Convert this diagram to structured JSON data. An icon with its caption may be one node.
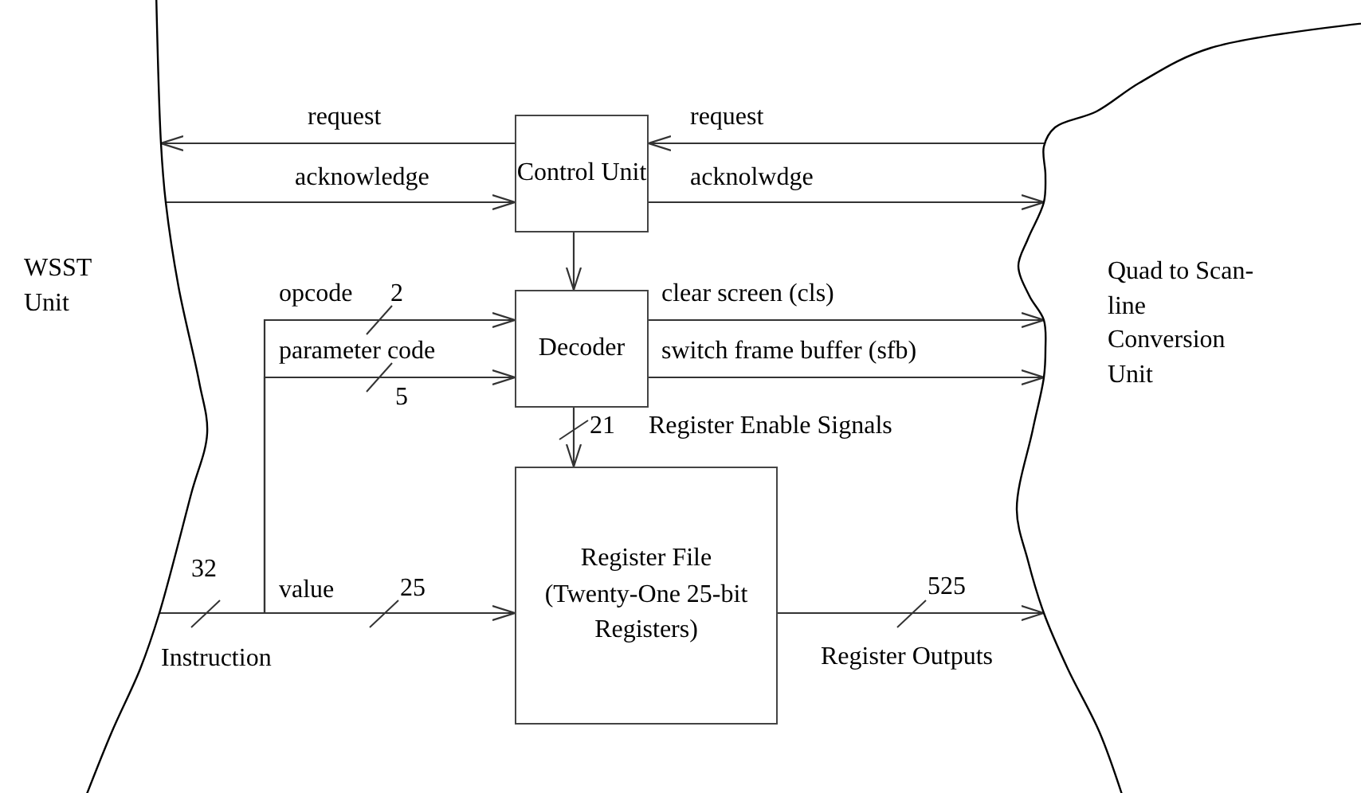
{
  "diagram": {
    "nodes": [
      {
        "text": [
          "WSST Unit"
        ]
      },
      {
        "text": [
          "Control Unit"
        ]
      },
      {
        "text": [
          "Decoder"
        ]
      },
      {
        "text": [
          "Register File (Twenty-One 25-bit Registers)"
        ]
      },
      {
        "text": [
          "Quad to Scan-line Conversion Unit"
        ]
      }
    ],
    "edges": [
      {
        "from": 1,
        "to": 0,
        "arrow": "to",
        "label": "request"
      },
      {
        "from": 4,
        "to": 1,
        "arrow": "to",
        "label": "request"
      },
      {
        "from": 0,
        "to": 1,
        "arrow": "to",
        "label": "acknowledge"
      },
      {
        "from": 1,
        "to": 4,
        "arrow": "to",
        "label": "acknolwdge"
      },
      {
        "from": 1,
        "to": 2,
        "arrow": "to"
      },
      {
        "from": 0,
        "to": 2,
        "arrow": "to",
        "label": "opcode"
      },
      {
        "from": 0,
        "to": 2,
        "arrow": "to",
        "label": "parameter code"
      },
      {
        "from": 0,
        "to": 3,
        "arrow": "to",
        "label": "value"
      },
      {
        "from": 2,
        "to": 4,
        "arrow": "to",
        "label": "clear screen (cls)"
      },
      {
        "from": 2,
        "to": 4,
        "arrow": "to",
        "label": "switch frame buffer (sfb)"
      },
      {
        "from": 2,
        "to": 3,
        "arrow": "to",
        "label": "Register Enable Signals"
      },
      {
        "from": 3,
        "to": 4,
        "arrow": "to",
        "label": "Register Outputs"
      }
    ],
    "labels": [
      "2",
      "5",
      "21",
      "32",
      "25",
      "525",
      "Instruction"
    ]
  }
}
